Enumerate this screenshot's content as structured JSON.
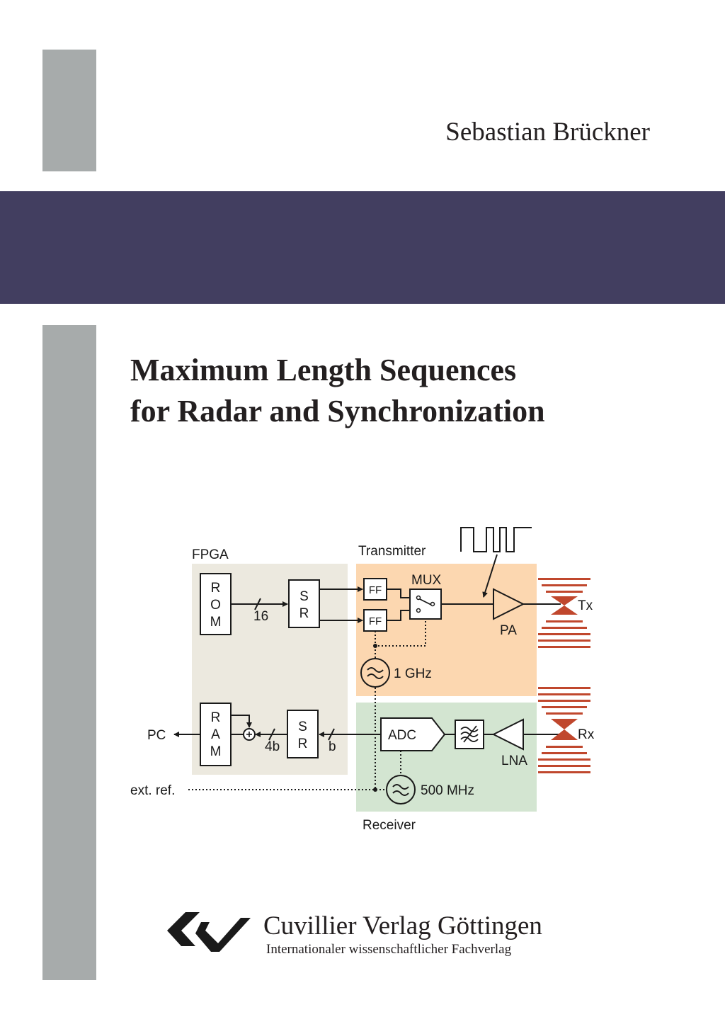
{
  "cover": {
    "author": "Sebastian Brückner",
    "title_line1": "Maximum Length Sequences",
    "title_line2": "for Radar and Synchronization"
  },
  "diagram": {
    "fpga": "FPGA",
    "transmitter": "Transmitter",
    "receiver": "Receiver",
    "rom": [
      "R",
      "O",
      "M"
    ],
    "ram": [
      "R",
      "A",
      "M"
    ],
    "sr": [
      "S",
      "R"
    ],
    "bus_16": "16",
    "bus_4b": "4b",
    "bus_b": "b",
    "ff": "FF",
    "mux": "MUX",
    "pa": "PA",
    "tx": "Tx",
    "rx": "Rx",
    "osc_tx": "1 GHz",
    "osc_rx": "500 MHz",
    "adc": "ADC",
    "lna": "LNA",
    "pc": "PC",
    "ext_ref": "ext. ref.",
    "colors": {
      "fpga_bg": "#ece9df",
      "tx_bg": "#fcd7b0",
      "rx_bg": "#d3e5d1",
      "antenna": "#c0472d"
    }
  },
  "publisher": {
    "name": "Cuvillier Verlag Göttingen",
    "tagline": "Internationaler wissenschaftlicher Fachverlag"
  }
}
